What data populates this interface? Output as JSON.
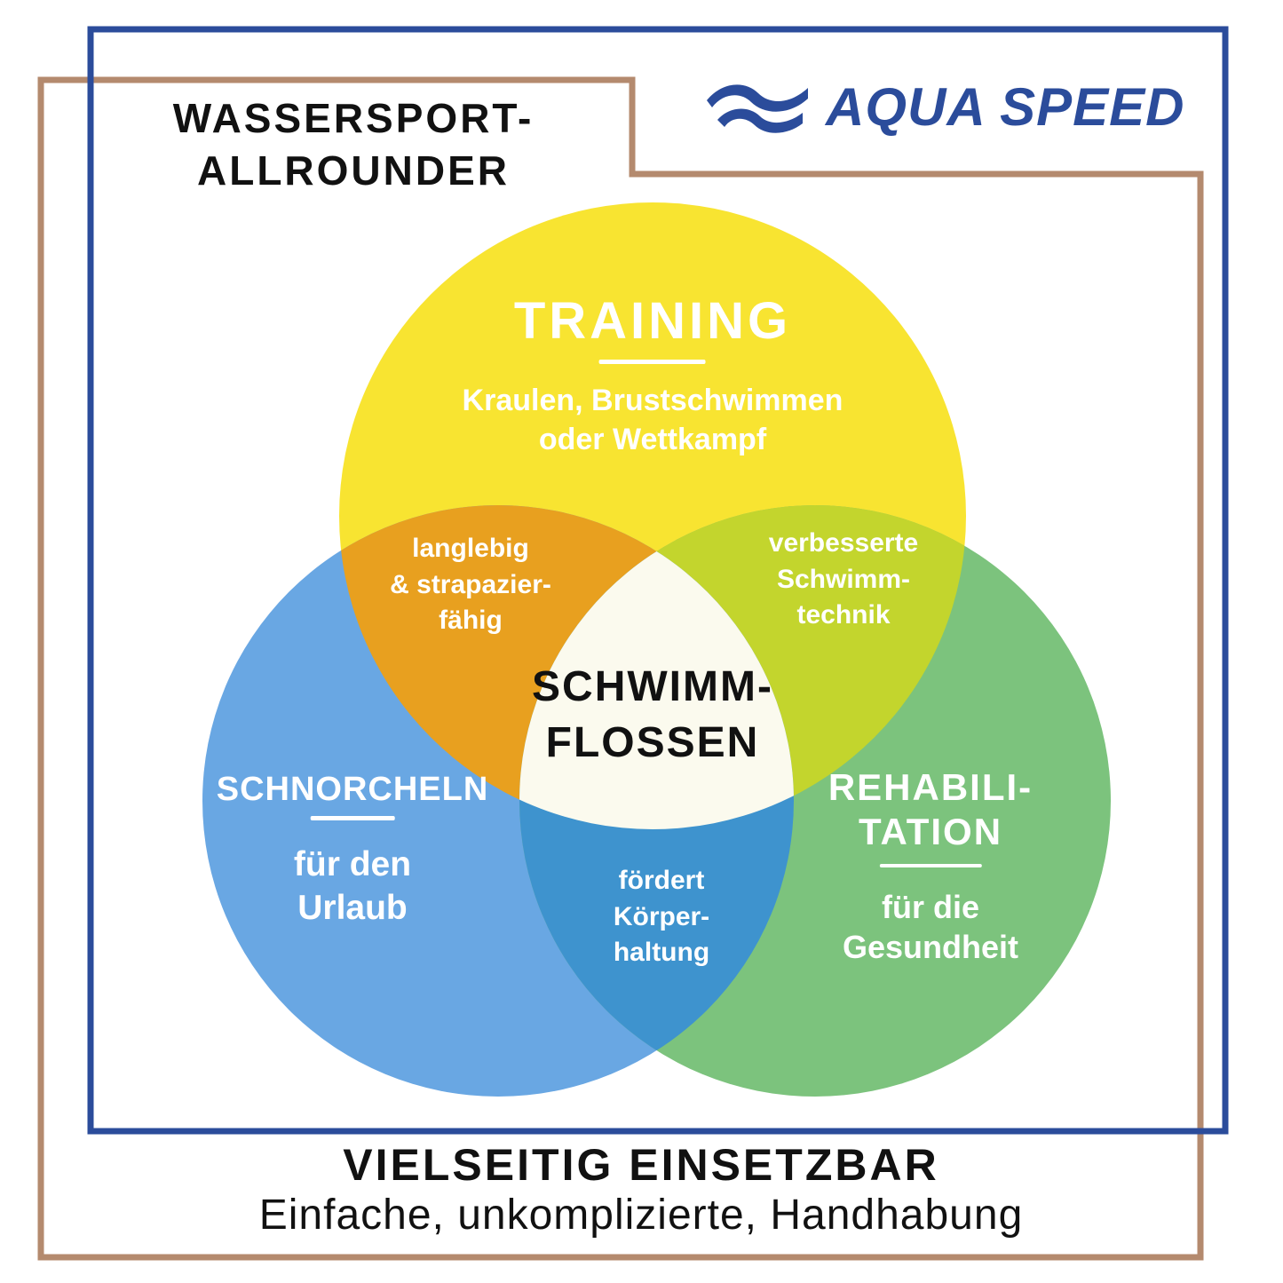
{
  "header": {
    "tagline_lines": [
      "WASSERSPORT-",
      "ALLROUNDER"
    ],
    "brand": "AQUA SPEED"
  },
  "venn": {
    "center_lines": [
      "SCHWIMM-",
      "FLOSSEN"
    ],
    "center_fill": "#FBFAEE",
    "circles": {
      "training": {
        "title": "TRAINING",
        "desc_lines": [
          "Kraulen, Brustschwimmen",
          "oder Wettkampf"
        ],
        "color": "#F8E431"
      },
      "schnorcheln": {
        "title": "SCHNORCHELN",
        "desc_lines": [
          "für den",
          "Urlaub"
        ],
        "color": "#69A7E3"
      },
      "rehabilitation": {
        "title_lines": [
          "REHABILI-",
          "TATION"
        ],
        "desc_lines": [
          "für die",
          "Gesundheit"
        ],
        "color": "#7CC37D"
      }
    },
    "overlaps": {
      "training_schnorcheln": {
        "lines": [
          "langlebig",
          "& strapazier-",
          "fähig"
        ],
        "color": "#E8A01F"
      },
      "training_rehabilitation": {
        "lines": [
          "verbesserte",
          "Schwimm-",
          "technik"
        ],
        "color": "#C3D52D"
      },
      "schnorcheln_rehabilitation": {
        "lines": [
          "fördert",
          "Körper-",
          "haltung"
        ],
        "color": "#3E93CE"
      }
    }
  },
  "footer": {
    "title": "VIELSEITIG EINSETZBAR",
    "subtitle": "Einfache, unkomplizierte, Handhabung"
  },
  "colors": {
    "brand_blue": "#2B4C9B",
    "frame_blue": "#2B4C9B",
    "frame_tan": "#B48A6E",
    "text_black": "#111111",
    "label_white": "#FFFFFF"
  }
}
